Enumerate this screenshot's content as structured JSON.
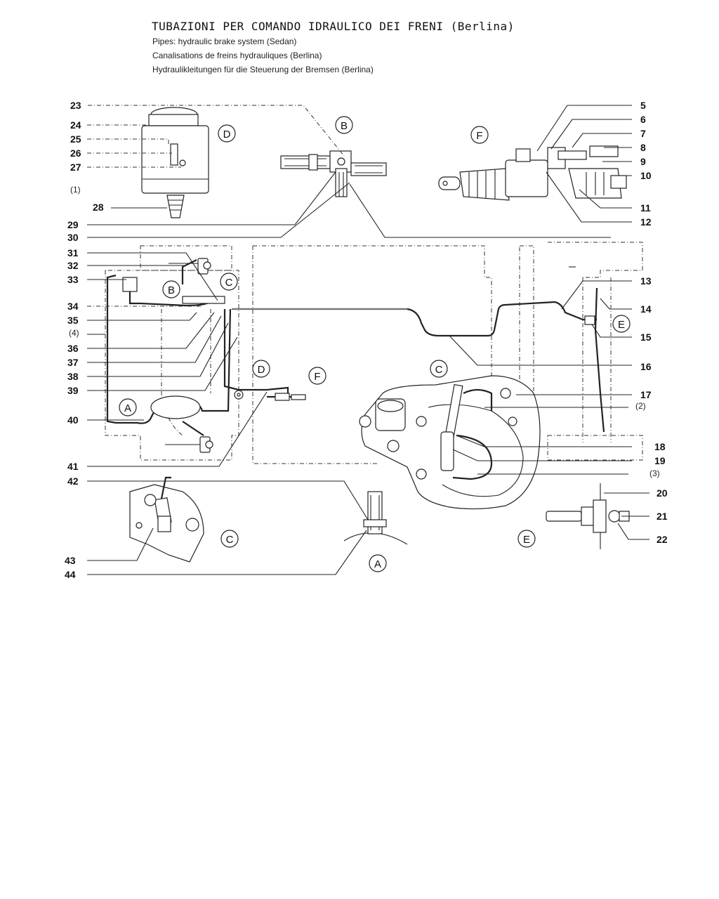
{
  "header": {
    "title": "TUBAZIONI PER COMANDO IDRAULICO DEI FRENI (Berlina)",
    "subtitle_en": "Pipes: hydraulic brake system (Sedan)",
    "subtitle_fr": "Canalisations de freins hydrauliques (Berlina)",
    "subtitle_de": "Hydraulikleitungen für die Steuerung der Bremsen (Berlina)"
  },
  "callouts_left": [
    "23",
    "24",
    "25",
    "26",
    "27",
    "(1)",
    "28",
    "29",
    "30",
    "31",
    "32",
    "33",
    "34",
    "35",
    "(4)",
    "36",
    "37",
    "38",
    "39",
    "40",
    "41",
    "42",
    "43",
    "44"
  ],
  "callouts_right": [
    "5",
    "6",
    "7",
    "8",
    "9",
    "10",
    "11",
    "12",
    "13",
    "14",
    "15",
    "16",
    "17",
    "(2)",
    "18",
    "19",
    "(3)",
    "20",
    "21",
    "22"
  ],
  "detail_labels": {
    "d_reservoir": "D",
    "b_detail": "B",
    "f_detail": "F",
    "c_main": "C",
    "b_main": "B",
    "d_main": "D",
    "f_main": "F",
    "a_main": "A",
    "e_main": "E",
    "c_big": "C",
    "c_small": "C",
    "a_detail": "A",
    "e_detail": "E"
  },
  "colors": {
    "ink": "#222222",
    "paper": "#ffffff"
  }
}
